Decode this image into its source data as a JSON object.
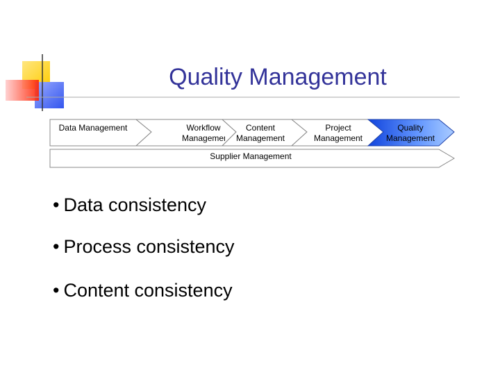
{
  "slide": {
    "title": "Quality Management"
  },
  "process_chain": {
    "stages": [
      {
        "label": "Data Management"
      },
      {
        "label": "Workflow Management"
      },
      {
        "label": "Content Management"
      },
      {
        "label": "Project Management"
      },
      {
        "label": "Quality Management",
        "highlighted": true
      }
    ],
    "bottom_bar": {
      "label": "Supplier Management"
    },
    "highlight_color": "#2255dd",
    "highlight_color_light": "#99bbff"
  },
  "bullets": [
    {
      "symbol": "•",
      "text": "Data consistency"
    },
    {
      "symbol": "•",
      "text": "Process consistency"
    },
    {
      "symbol": "•",
      "text": "Content consistency"
    }
  ],
  "decor": {
    "colors": [
      "#ffcc00",
      "#ff3300",
      "#3366ff"
    ]
  }
}
